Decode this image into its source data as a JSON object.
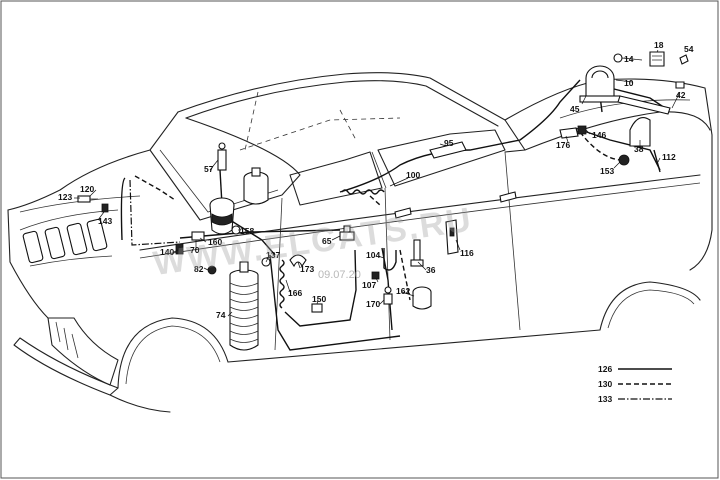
{
  "diagram": {
    "watermark": "WWW.ELCATS.RU",
    "watermark_date": "09.07.20",
    "callouts": {
      "p10": "10",
      "p14": "14",
      "p18": "18",
      "p54": "54",
      "p45": "45",
      "p42": "42",
      "p146": "146",
      "p176": "176",
      "p38": "38",
      "p112": "112",
      "p153": "153",
      "p95": "95",
      "p100": "100",
      "p57": "57",
      "p123": "123",
      "p120": "120",
      "p143": "143",
      "p158": "158",
      "p160": "160",
      "p140": "140",
      "p70": "70",
      "p82": "82",
      "p137": "137",
      "p65": "65",
      "p173": "173",
      "p166": "166",
      "p104": "104",
      "p107": "107",
      "p36": "36",
      "p116": "116",
      "p162": "162",
      "p150": "150",
      "p170": "170",
      "p74": "74"
    },
    "legend": [
      {
        "number": "126",
        "line_style": "solid"
      },
      {
        "number": "130",
        "line_style": "dashed"
      },
      {
        "number": "133",
        "line_style": "dash-dot"
      }
    ]
  }
}
